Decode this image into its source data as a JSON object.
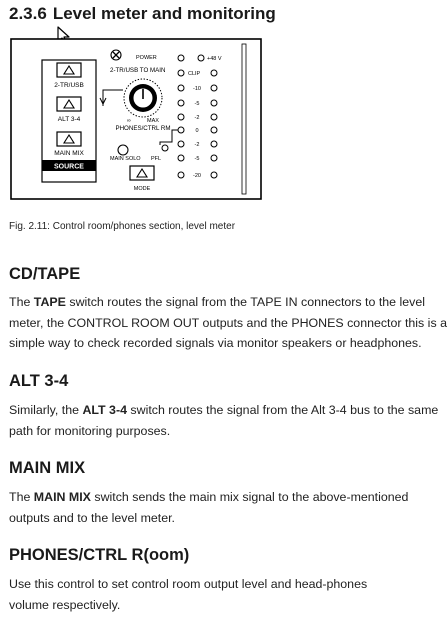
{
  "section": {
    "number": "2.3.6",
    "title": "Level meter and monitoring"
  },
  "figure": {
    "source_buttons": [
      {
        "label": "2-TR/USB"
      },
      {
        "label": "ALT 3-4"
      },
      {
        "label": "MAIN MIX"
      }
    ],
    "source_label": "SOURCE",
    "knob_label": "2-TR/USB TO MAIN",
    "knob_min": "∞",
    "knob_max": "MAX",
    "knob_caption": "PHONES/CTRL RM",
    "main_solo": "MAIN SOLO",
    "pfl": "PFL",
    "mode": "MODE",
    "power": "POWER",
    "phantom": "+48 V",
    "meter": [
      "CLIP",
      "-10",
      "-5",
      "-2",
      "0",
      "-2",
      "-5",
      "-20"
    ]
  },
  "caption": "Fig. 2.11: Control room/phones section, level meter",
  "sections": [
    {
      "heading": "CD/TAPE",
      "bold": "TAPE",
      "pre": "The ",
      "post": " switch routes the signal from the TAPE IN connectors to the level meter, the CONTROL ROOM OUT outputs and the PHONES connector this is a simple way to check recorded signals via monitor speakers or headphones."
    },
    {
      "heading": "ALT 3-4",
      "bold": "ALT 3-4",
      "pre": "Similarly, the ",
      "post": " switch routes the signal from the Alt 3-4 bus to the same path for monitoring purposes."
    },
    {
      "heading": "MAIN MIX",
      "bold": "MAIN MIX",
      "pre": "The ",
      "post": " switch sends the main mix signal to the above-mentioned outputs and to the level meter."
    },
    {
      "heading": "PHONES/CTRL R(oom)",
      "bold": "",
      "pre": "Use this control to set control room output level and head-phones volume respectively.",
      "post": ""
    }
  ]
}
